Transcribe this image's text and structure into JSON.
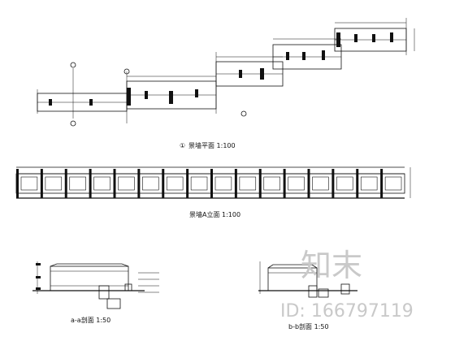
{
  "drawing": {
    "plan_marker": "①",
    "plan_caption": "景墙平面 1:100",
    "elevation_caption": "景墙A立面 1:100",
    "section_a_caption": "a-a剖面 1:50",
    "section_b_caption": "b-b剖面 1:50"
  },
  "watermark": {
    "logo_text": "知末",
    "id_text": "ID: 166797119"
  },
  "colors": {
    "ink": "#111111",
    "watermark": "#c9c9c9"
  }
}
